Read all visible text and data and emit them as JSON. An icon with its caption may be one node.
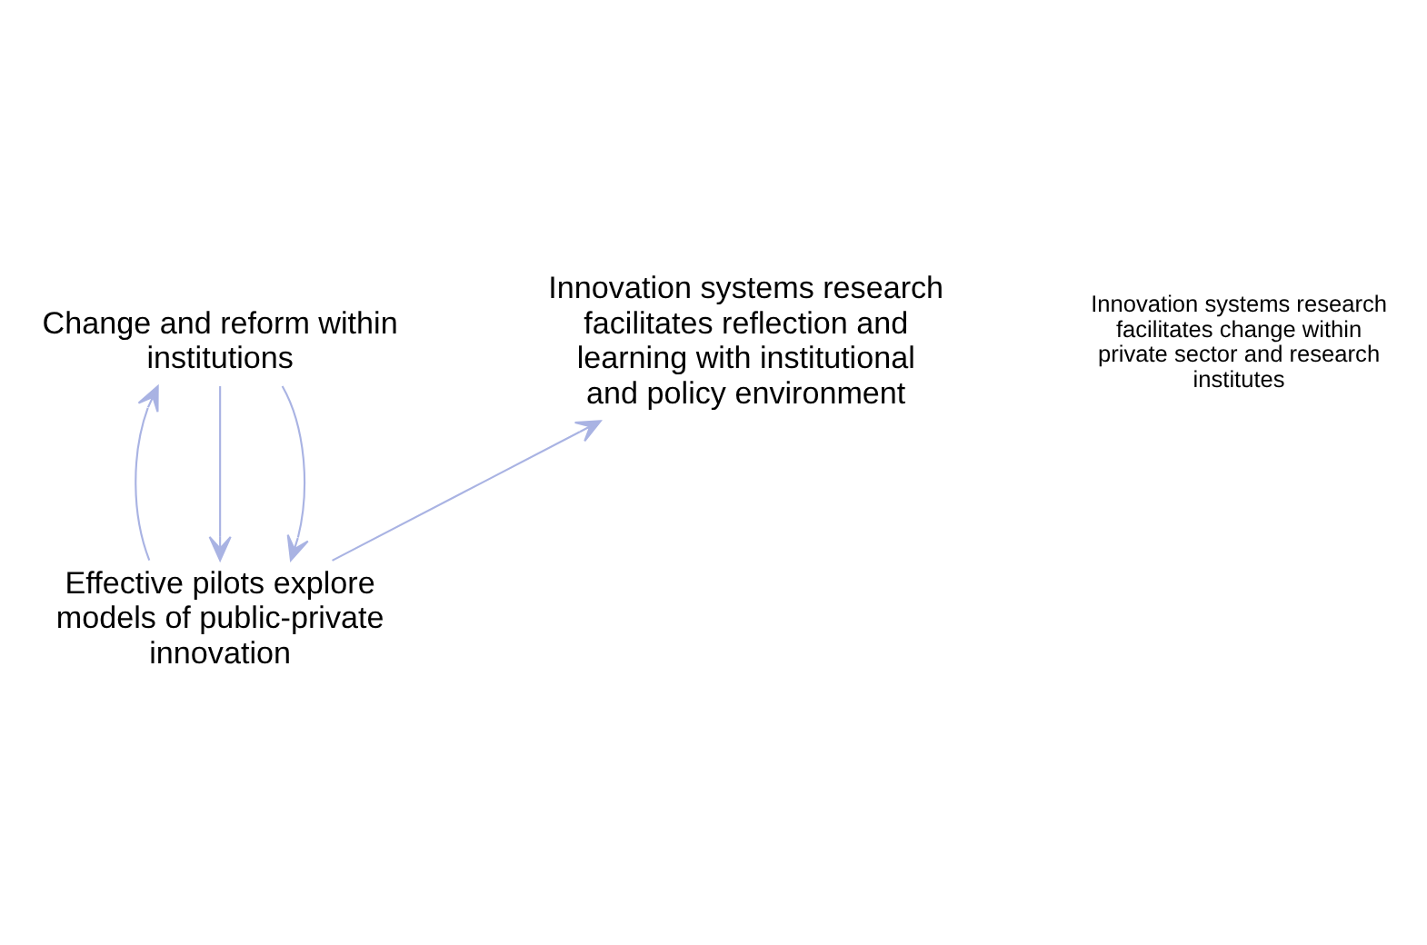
{
  "diagram": {
    "nodes": [
      {
        "text": [
          "Innovation systems research facilitates reflection and learning with institutional and policy environment"
        ]
      },
      {
        "text": [
          "Change and reform within institutions"
        ]
      },
      {
        "text": [
          "Effective pilots explore models of public-private innovation"
        ]
      }
    ],
    "edges": [
      {
        "from": 2,
        "to": 0,
        "arrow": "to"
      },
      {
        "from": 2,
        "to": 1,
        "arrow": "to"
      },
      {
        "from": 1,
        "to": 2,
        "arrow": "to"
      },
      {
        "from": 1,
        "to": 2,
        "arrow": "to"
      }
    ],
    "labels": [
      "Innovation systems research facilitates change within private sector and research institutes"
    ]
  }
}
